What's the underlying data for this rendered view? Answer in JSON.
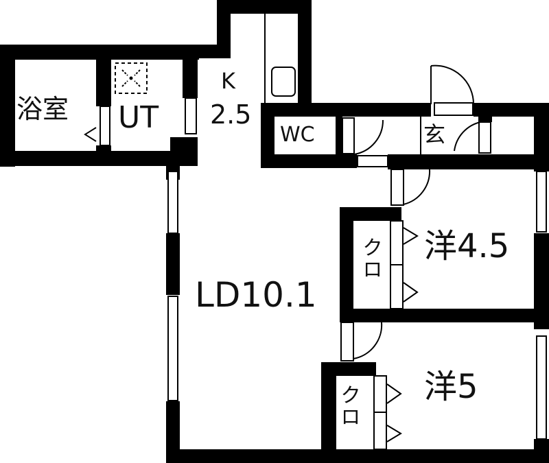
{
  "diagram": {
    "type": "floor-plan",
    "layout": "2LDK",
    "colors": {
      "wall": "#000000",
      "background": "#ffffff",
      "text": "#111111"
    },
    "rooms": {
      "bath": {
        "label": "浴室"
      },
      "utility": {
        "label": "UT"
      },
      "kitchen": {
        "label": "K",
        "size": "2.5"
      },
      "toilet": {
        "label": "WC"
      },
      "entrance": {
        "label": "玄"
      },
      "living": {
        "label": "LD10.1"
      },
      "western1": {
        "label": "洋4.5"
      },
      "western2": {
        "label": "洋5"
      },
      "closet1": {
        "label": "クロ"
      },
      "closet2": {
        "label": "クロ"
      }
    },
    "symbols": {
      "washer": "washing-machine-pan-icon",
      "fridge": "refrigerator-space-icon",
      "doors": "swing-door-icon",
      "windows": "window-icon"
    }
  }
}
